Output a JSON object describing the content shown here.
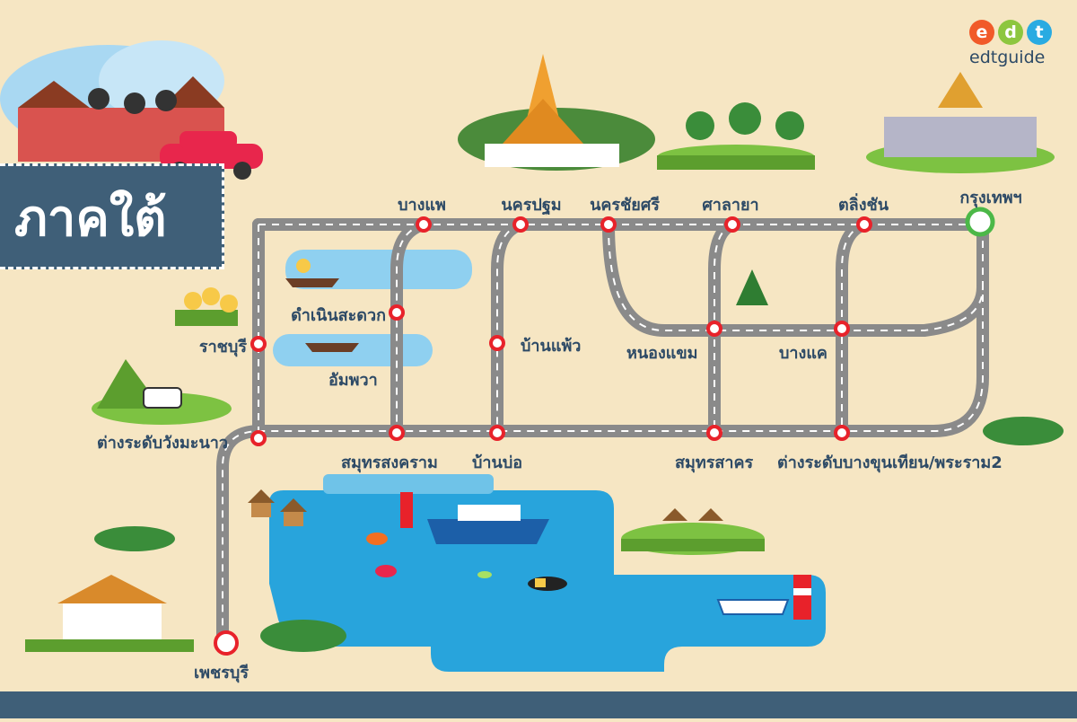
{
  "title": "ภาคใต้",
  "brand": {
    "letters": [
      "e",
      "d",
      "t"
    ],
    "colors": [
      "#f15a29",
      "#8dc63f",
      "#29abe2"
    ],
    "name": "edtguide"
  },
  "colors": {
    "background": "#f6e6c3",
    "road": "#8a8a8a",
    "station_ring": "#e8222a",
    "destination_ring": "#4cb848",
    "sea": "#28a4dc",
    "label": "#2d4a66",
    "panel": "#3f5f78"
  },
  "stations": {
    "bangphae": "บางแพ",
    "nakhonpathom": "นครปฐม",
    "nakhonchaisi": "นครชัยศรี",
    "salaya": "ศาลายา",
    "talingchan": "ตลิ่งชัน",
    "bangkok": "กรุงเทพฯ",
    "damnoen": "ดำเนินสะดวก",
    "ratchaburi": "ราชบุรี",
    "banphaeo": "บ้านแพ้ว",
    "nongkhaem": "หนองแขม",
    "bangkhae": "บางแค",
    "amphawa": "อัมพวา",
    "wangmanao": "ต่างระดับวังมะนาว",
    "samutsongkhram": "สมุทรสงคราม",
    "banbo": "บ้านบ่อ",
    "samutsakhon": "สมุทรสาคร",
    "bangkhunthian": "ต่างระดับบางขุนเทียน/พระราม2",
    "phetchaburi": "เพชรบุรี"
  },
  "icons": [
    "temple-icon",
    "pagoda-icon",
    "palm-grove-icon",
    "grand-palace-icon",
    "shadow-puppet-icon",
    "car-icon",
    "floating-market-icon",
    "sunflower-icon",
    "cow-icon",
    "forest-icon",
    "boat-icon",
    "lighthouse-icon",
    "diver-icon",
    "fish-icon",
    "island-resort-icon",
    "speedboat-icon",
    "stilt-house-icon"
  ]
}
